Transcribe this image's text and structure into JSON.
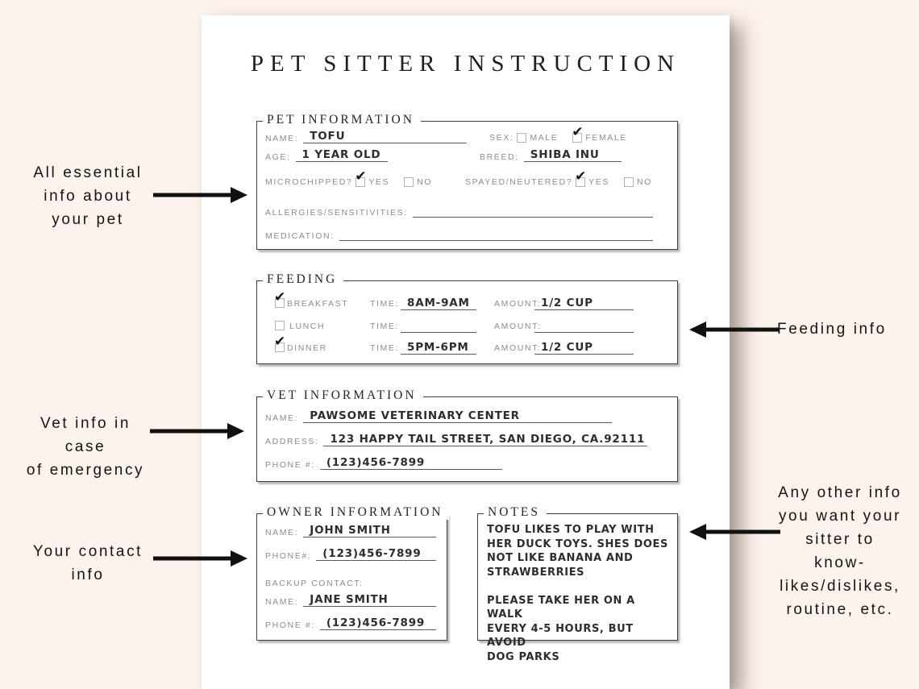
{
  "colors": {
    "background": "#fdf3ed",
    "paper": "#ffffff",
    "box_border": "#3d3d3d",
    "label_gray": "#8c8c8c",
    "ink": "#2d2d2d",
    "arrow_black": "#111111"
  },
  "icons": {
    "check": "✔"
  },
  "title": "PET SITTER INSTRUCTION",
  "annotations": {
    "pet": "All essential\ninfo about\nyour pet",
    "feeding": "Feeding info",
    "vet": "Vet info in case\nof emergency",
    "owner": "Your contact\ninfo",
    "notes": "Any other info\nyou want your\nsitter to\nknow-\nlikes/dislikes,\nroutine, etc."
  },
  "pet": {
    "legend": "PET INFORMATION",
    "name_label": "NAME:",
    "name_value": "TOFU",
    "sex_label": "SEX:",
    "male_label": "MALE",
    "female_label": "FEMALE",
    "male_checked": false,
    "female_checked": true,
    "age_label": "AGE:",
    "age_value": "1 YEAR OLD",
    "breed_label": "BREED:",
    "breed_value": "SHIBA INU",
    "microchipped_label": "MICROCHIPPED?",
    "microchipped_yes": true,
    "microchipped_no": false,
    "spayed_label": "SPAYED/NEUTERED?",
    "spayed_yes": true,
    "spayed_no": false,
    "yes_label": "YES",
    "no_label": "NO",
    "allergies_label": "ALLERGIES/SENSITIVITIES:",
    "allergies_value": "",
    "medication_label": "MEDICATION:",
    "medication_value": ""
  },
  "feeding": {
    "legend": "FEEDING",
    "time_label": "TIME:",
    "amount_label": "AMOUNT:",
    "rows": [
      {
        "meal": "BREAKFAST",
        "checked": true,
        "time": "8AM-9AM",
        "amount": "1/2 CUP"
      },
      {
        "meal": "LUNCH",
        "checked": false,
        "time": "",
        "amount": ""
      },
      {
        "meal": "DINNER",
        "checked": true,
        "time": "5PM-6PM",
        "amount": "1/2 CUP"
      }
    ]
  },
  "vet": {
    "legend": "VET INFORMATION",
    "name_label": "NAME:",
    "name_value": "PAWSOME VETERINARY CENTER",
    "address_label": "ADDRESS:",
    "address_value": "123 HAPPY TAIL STREET, SAN DIEGO, CA.92111",
    "phone_label": "PHONE #:",
    "phone_value": "(123)456-7899"
  },
  "owner": {
    "legend": "OWNER INFORMATION",
    "name_label": "NAME:",
    "name_value": "JOHN SMITH",
    "phone_label": "PHONE#:",
    "phone_value": "(123)456-7899",
    "backup_label": "BACKUP CONTACT:",
    "backup_name_label": "NAME:",
    "backup_name_value": "JANE SMITH",
    "backup_phone_label": "PHONE #:",
    "backup_phone_value": "(123)456-7899"
  },
  "notes": {
    "legend": "NOTES",
    "text": "TOFU LIKES TO PLAY WITH\nHER DUCK TOYS. SHES DOES\nNOT LIKE BANANA AND\nSTRAWBERRIES\n\nPLEASE TAKE HER ON A WALK\nEVERY 4-5 HOURS, BUT AVOID\nDOG PARKS"
  }
}
